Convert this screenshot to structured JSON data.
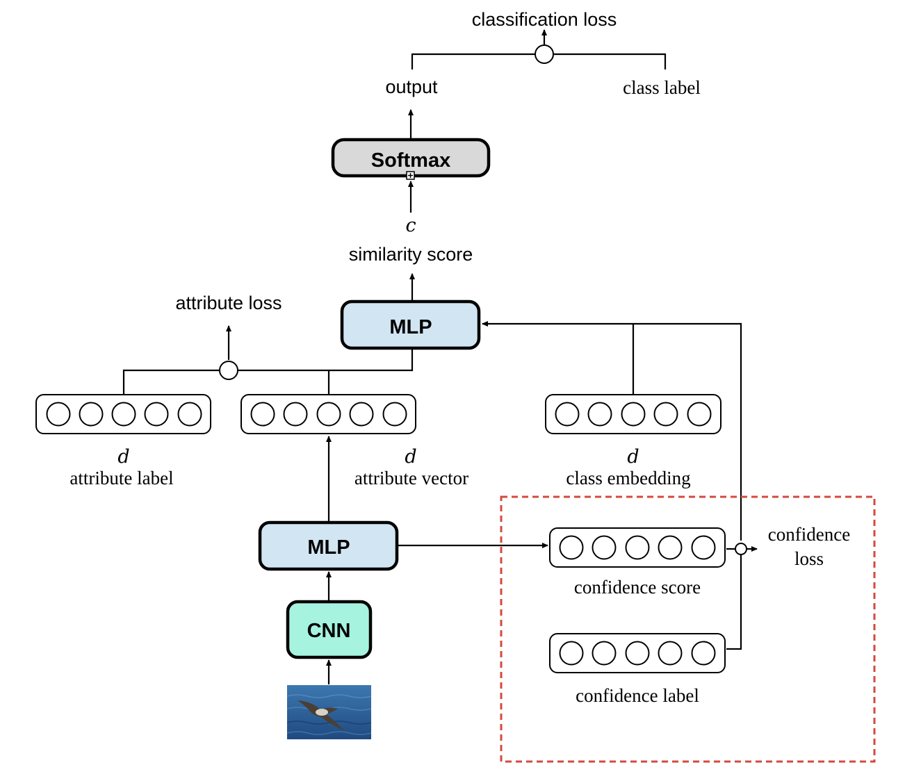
{
  "colors": {
    "softmax_fill": "#d9d9d9",
    "mlp_fill": "#d2e5f2",
    "cnn_fill": "#a6f3e0",
    "confidence_region_border": "#d44a3c"
  },
  "labels": {
    "classification_loss": "classification loss",
    "output": "output",
    "class_label": "class label",
    "softmax": "Softmax",
    "c_symbol": "c",
    "similarity_score": "similarity score",
    "attribute_loss": "attribute loss",
    "mlp_top": "MLP",
    "mlp_bottom": "MLP",
    "cnn": "CNN",
    "d_attribute_label": "d",
    "attribute_label": "attribute label",
    "d_attribute_vector": "d",
    "attribute_vector": "attribute vector",
    "d_class_embedding": "d",
    "class_embedding": "class embedding",
    "confidence_score": "confidence score",
    "confidence_label": "confidence label",
    "confidence_loss_line1": "confidence",
    "confidence_loss_line2": "loss"
  },
  "input_image": {
    "icon": "seabird-over-ocean-photo",
    "water_color": "#2b5e96",
    "bird_color": "#4a3f35"
  }
}
